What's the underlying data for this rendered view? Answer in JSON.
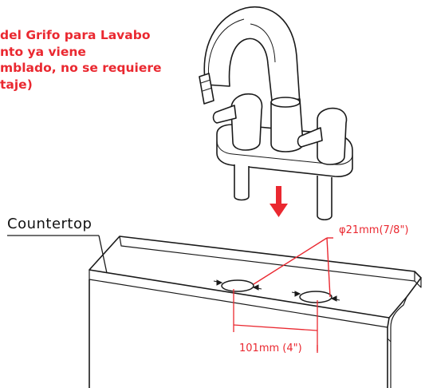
{
  "note": {
    "lines": [
      "del Grifo para Lavabo",
      "nto ya viene",
      "mblado, no se requiere",
      "taje)"
    ]
  },
  "labels": {
    "countertop": "Countertop",
    "hole_diameter": "φ21mm(7/8\")",
    "hole_spacing": "101mm (4\")"
  },
  "colors": {
    "accent": "#ea2830",
    "line": "#1a1a1a"
  },
  "icons": {
    "direction": "down-arrow-icon"
  }
}
